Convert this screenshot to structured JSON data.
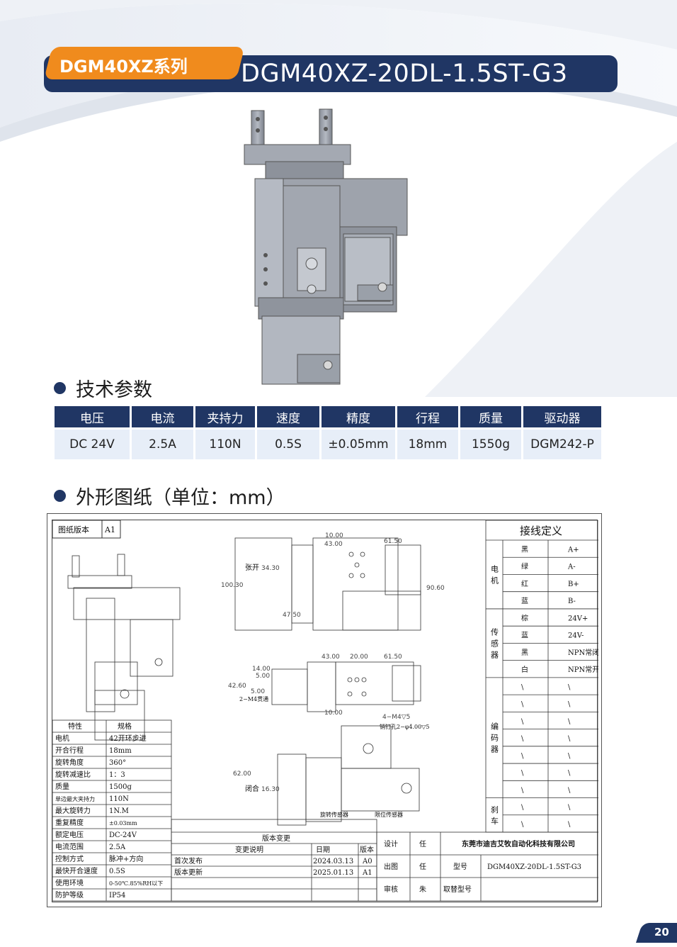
{
  "header": {
    "series": "DGM40XZ系列",
    "model": "DGM40XZ-20DL-1.5ST-G3"
  },
  "sections": {
    "tech_params": "技术参数",
    "drawing": "外形图纸（单位：mm）"
  },
  "spec_table": {
    "headers": [
      "电压",
      "电流",
      "夹持力",
      "速度",
      "精度",
      "行程",
      "质量",
      "驱动器"
    ],
    "values": [
      "DC 24V",
      "2.5A",
      "110N",
      "0.5S",
      "±0.05mm",
      "18mm",
      "1550g",
      "DGM242-P"
    ]
  },
  "drawing": {
    "version_label": "图纸版本",
    "version_value": "A1",
    "dims": {
      "d10": "10.00",
      "d43": "43.00",
      "d6150": "61.50",
      "open": "张开",
      "d3430": "34.30",
      "d10030": "100.30",
      "d9060": "90.60",
      "d4750": "47.50",
      "d43b": "43.00",
      "d20": "20.00",
      "d6150b": "61.50",
      "d14": "14.00",
      "d5": "5.00",
      "d4260": "42.60",
      "d5b": "5.00",
      "m4through": "2−M4贯通",
      "d10b": "10.00",
      "m4v5": "4−M4▽5",
      "pin": "销钉孔2−φ4.00▽5",
      "d62": "62.00",
      "closed": "闭合",
      "d1630": "16.30",
      "rot_sensor": "旋转传感器",
      "limit_sensor": "限位传感器"
    },
    "spec_list": {
      "header": [
        "特性",
        "规格"
      ],
      "rows": [
        [
          "电机",
          "42开环步进"
        ],
        [
          "开合行程",
          "18mm"
        ],
        [
          "旋转角度",
          "360°"
        ],
        [
          "旋转减速比",
          "1：3"
        ],
        [
          "质量",
          "1500g"
        ],
        [
          "单边最大夹持力",
          "110N"
        ],
        [
          "最大旋转力",
          "1N.M"
        ],
        [
          "重复精度",
          "±0.03mm"
        ],
        [
          "额定电压",
          "DC-24V"
        ],
        [
          "电流范围",
          "2.5A"
        ],
        [
          "控制方式",
          "脉冲+方向"
        ],
        [
          "最快开合速度",
          "0.5S"
        ],
        [
          "使用环境",
          "0-50℃.85%RH以下"
        ],
        [
          "防护等级",
          "IP54"
        ]
      ]
    },
    "changes": {
      "title": "版本变更",
      "headers": [
        "变更说明",
        "日期",
        "版本"
      ],
      "rows": [
        [
          "首次发布",
          "2024.03.13",
          "A0"
        ],
        [
          "版本更新",
          "2025.01.13",
          "A1"
        ]
      ]
    },
    "title_block": {
      "design": "设计",
      "design_by": "任",
      "company": "东莞市迪吉艾牧自动化科技有限公司",
      "drawn": "出图",
      "drawn_by": "任",
      "model_label": "型号",
      "model": "DGM40XZ-20DL-1.5ST-G3",
      "review": "审核",
      "review_by": "朱",
      "replace": "取替型号"
    },
    "wiring": {
      "title": "接线定义",
      "groups": [
        {
          "name": "电机",
          "rows": [
            [
              "黑",
              "A+"
            ],
            [
              "绿",
              "A-"
            ],
            [
              "红",
              "B+"
            ],
            [
              "蓝",
              "B-"
            ]
          ]
        },
        {
          "name": "传感器",
          "rows": [
            [
              "棕",
              "24V+"
            ],
            [
              "蓝",
              "24V-"
            ],
            [
              "黑",
              "NPN常闭"
            ],
            [
              "白",
              "NPN常开"
            ]
          ]
        },
        {
          "name": "编码器",
          "rows": [
            [
              "\\",
              "\\"
            ],
            [
              "\\",
              "\\"
            ],
            [
              "\\",
              "\\"
            ],
            [
              "\\",
              "\\"
            ],
            [
              "\\",
              "\\"
            ],
            [
              "\\",
              "\\"
            ],
            [
              "\\",
              "\\"
            ]
          ]
        },
        {
          "name": "刹车",
          "rows": [
            [
              "\\",
              "\\"
            ],
            [
              "\\",
              "\\"
            ]
          ]
        }
      ]
    }
  },
  "page_number": "20",
  "colors": {
    "navy": "#203664",
    "orange": "#f08b1d",
    "cell": "#e7eef8"
  }
}
